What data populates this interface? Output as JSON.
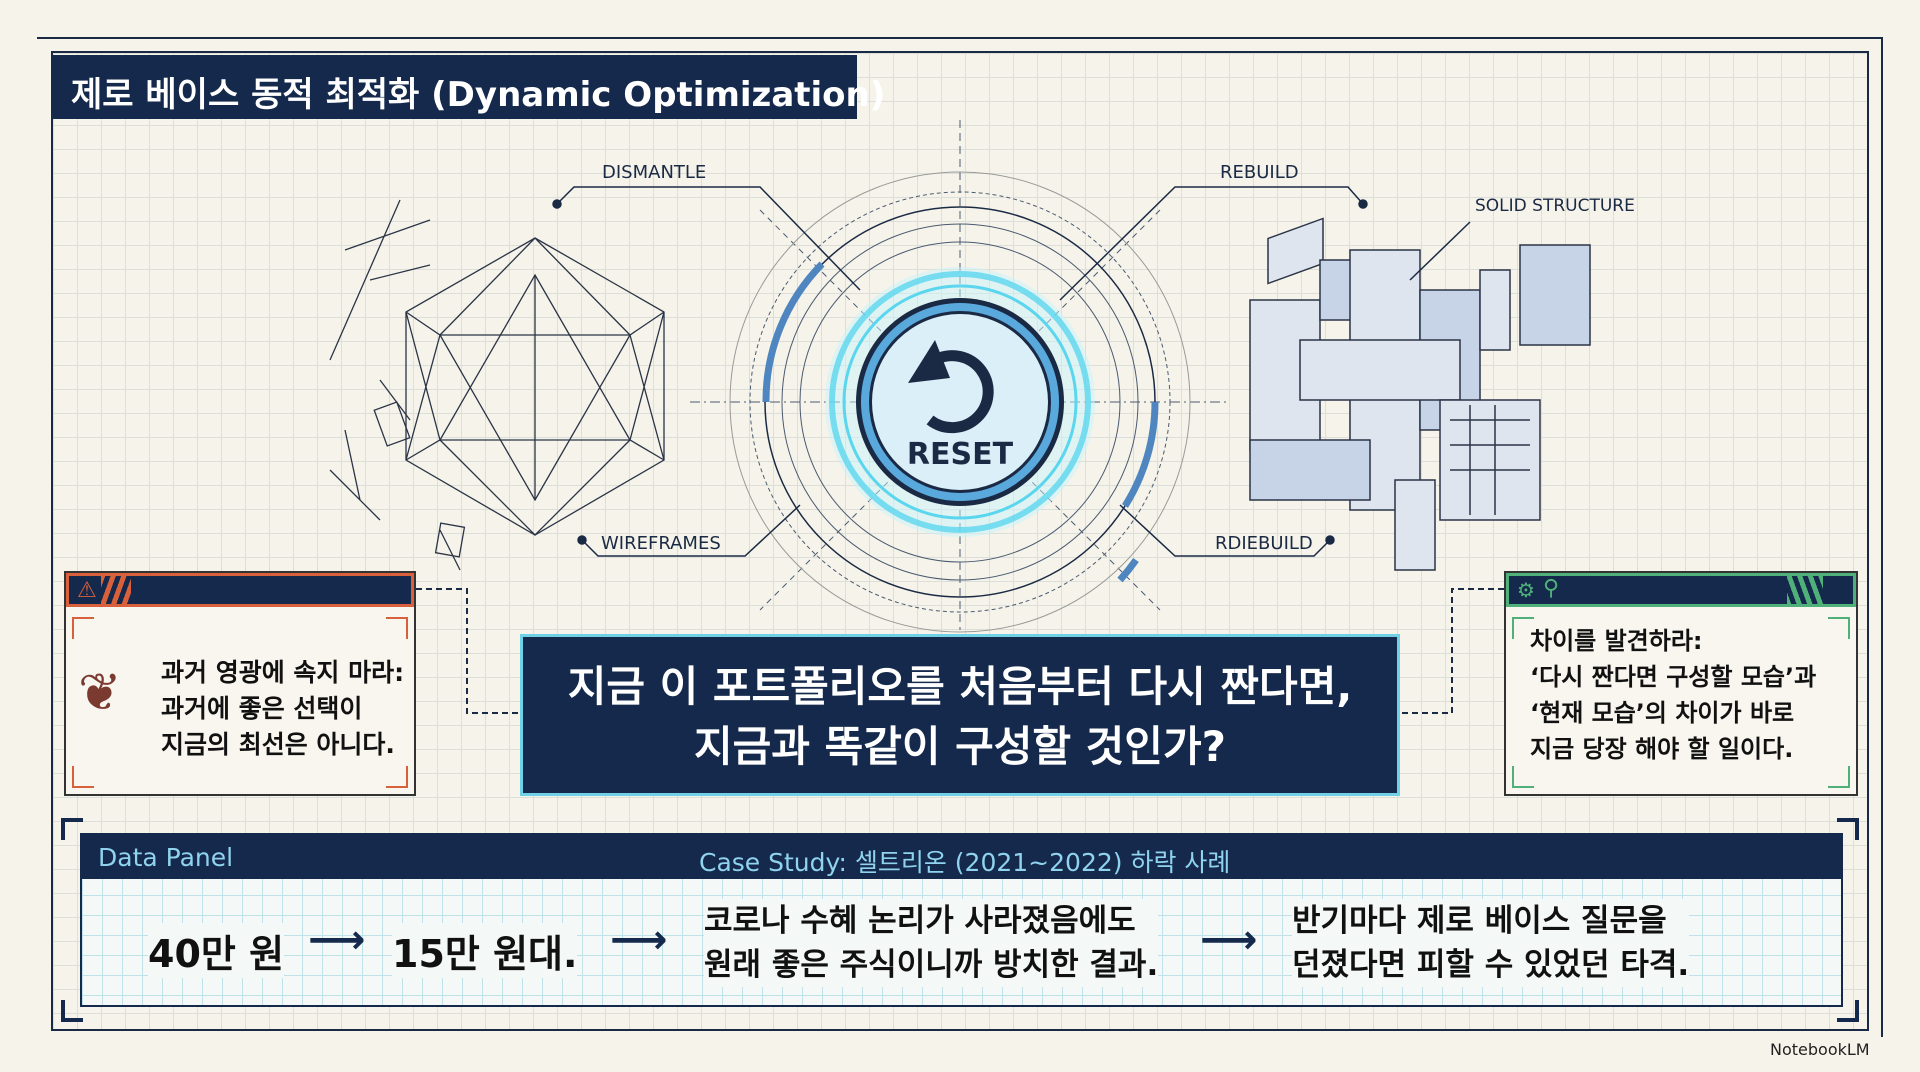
{
  "title": "제로 베이스 동적 최적화 (Dynamic Optimization)",
  "diagram": {
    "labels": {
      "dismantle": "DISMANTLE",
      "rebuild": "REBUILD",
      "solid_structure": "SOLID STRUCTURE",
      "wireframes": "WIREFRAMES",
      "rdiebuild": "RDIEBUILD"
    },
    "reset_label": "RESET",
    "accent": "#5bd6ef"
  },
  "left_box": {
    "lines": [
      "과거 영광에 속지 마라:",
      "과거에 좋은 선택이",
      "지금의 최선은 아니다."
    ],
    "accent": "#d8603a"
  },
  "question": {
    "lines": [
      "지금 이 포트폴리오를 처음부터 다시 짠다면,",
      "지금과 똑같이 구성할 것인가?"
    ]
  },
  "right_box": {
    "lines": [
      "차이를 발견하라:",
      "‘다시 짠다면 구성할 모습’과",
      "‘현재 모습’의 차이가 바로",
      "지금 당장 해야 할 일이다."
    ],
    "accent": "#4fb07a"
  },
  "data_panel": {
    "label": "Data Panel",
    "case_study": "Case Study: 셀트리온 (2021~2022) 하락 사례",
    "from": "40만 원",
    "to": "15만 원대.",
    "cause": [
      "코로나 수혜 논리가 사라졌음에도",
      "원래 좋은 주식이니까 방치한 결과."
    ],
    "lesson": [
      "반기마다 제로 베이스 질문을",
      "던졌다면 피할 수 있었던 타격."
    ]
  },
  "watermark": "NotebookLM"
}
